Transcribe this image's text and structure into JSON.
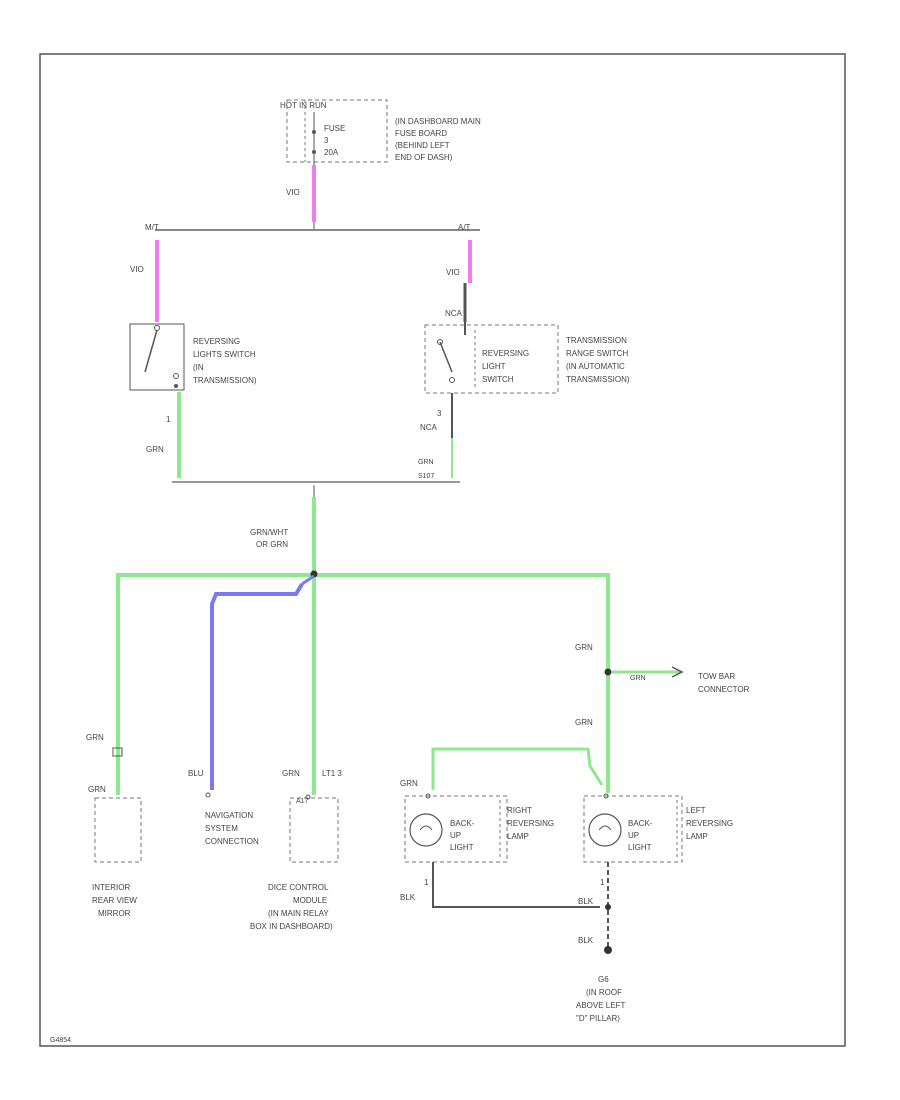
{
  "colors": {
    "frame": "#555555",
    "wire_black": "#555555",
    "wire_pink": "#f07cf0",
    "wire_green": "#8ee88e",
    "wire_blue": "#7a7af0",
    "dash": "#777777",
    "text": "#444444"
  },
  "fuse": {
    "power_label": "HOT IN RUN",
    "lines": [
      "FUSE",
      "3",
      "20A"
    ],
    "location": [
      "(IN DASHBOARD MAIN",
      "FUSE BOARD",
      "(BEHIND LEFT",
      "END OF DASH)"
    ]
  },
  "wires": {
    "vio_fuse": "VIO",
    "mt": "M/T",
    "at": "A/T",
    "vio_left": "VIO",
    "vio_right": "VIO",
    "nca_top": "NCA",
    "pin_left": "1",
    "grn_left": "GRN",
    "pin_right": "3",
    "nca_bottom": "NCA",
    "grn_right": "GRN",
    "splice_right": "S107",
    "grn_wht": [
      "GRN/WHT",
      "OR GRN"
    ],
    "grn_right_top": "GRN",
    "grn_tow": "GRN",
    "grn_right_lower": "GRN",
    "grn_mirror": "GRN",
    "grn_mirror_conn": "GRN",
    "blu_nav": "BLU",
    "grn_dice": "GRN",
    "lt1": "LT1 3",
    "grn_lamp": "GRN",
    "blk_right": "BLK",
    "blk_left": "BLK",
    "blk_ground": "BLK",
    "pin_right_lamp": "1",
    "pin_left_lamp": "1"
  },
  "components": {
    "mt_switch": [
      "REVERSING",
      "LIGHTS SWITCH",
      "(IN",
      "TRANSMISSION)"
    ],
    "at_switch_inner": [
      "REVERSING",
      "LIGHT",
      "SWITCH"
    ],
    "at_switch": [
      "TRANSMISSION",
      "RANGE SWITCH",
      "(IN AUTOMATIC",
      "TRANSMISSION)"
    ],
    "tow_bar": [
      "TOW BAR",
      "CONNECTOR"
    ],
    "mirror": [
      "INTERIOR",
      "REAR VIEW",
      "MIRROR"
    ],
    "nav": [
      "NAVIGATION",
      "SYSTEM",
      "CONNECTION"
    ],
    "dice": [
      "DICE CONTROL",
      "MODULE",
      "(IN MAIN RELAY",
      "BOX IN DASHBOARD)"
    ],
    "dice_pin": "A17",
    "right_lamp_inner": [
      "BACK-",
      "UP",
      "LIGHT"
    ],
    "right_lamp": [
      "RIGHT",
      "REVERSING",
      "LAMP"
    ],
    "left_lamp_inner": [
      "BACK-",
      "UP",
      "LIGHT"
    ],
    "left_lamp": [
      "LEFT",
      "REVERSING",
      "LAMP"
    ],
    "ground": [
      "G6",
      "(IN ROOF",
      "ABOVE LEFT",
      "\"D\" PILLAR)"
    ]
  },
  "footer": {
    "diagram_id": "G4854"
  }
}
